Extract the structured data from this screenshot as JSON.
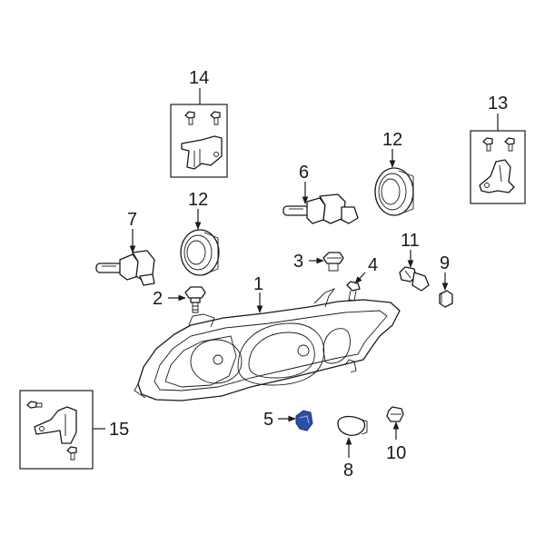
{
  "diagram": {
    "labels": {
      "n1": "1",
      "n2": "2",
      "n3": "3",
      "n4": "4",
      "n5": "5",
      "n6": "6",
      "n7": "7",
      "n8": "8",
      "n9": "9",
      "n10": "10",
      "n11": "11",
      "n12a": "12",
      "n12b": "12",
      "n13": "13",
      "n14": "14",
      "n15": "15"
    },
    "colors": {
      "highlight": "#2d4fa8",
      "line": "#1a1a1a",
      "shading": "#d9d9d9"
    }
  }
}
